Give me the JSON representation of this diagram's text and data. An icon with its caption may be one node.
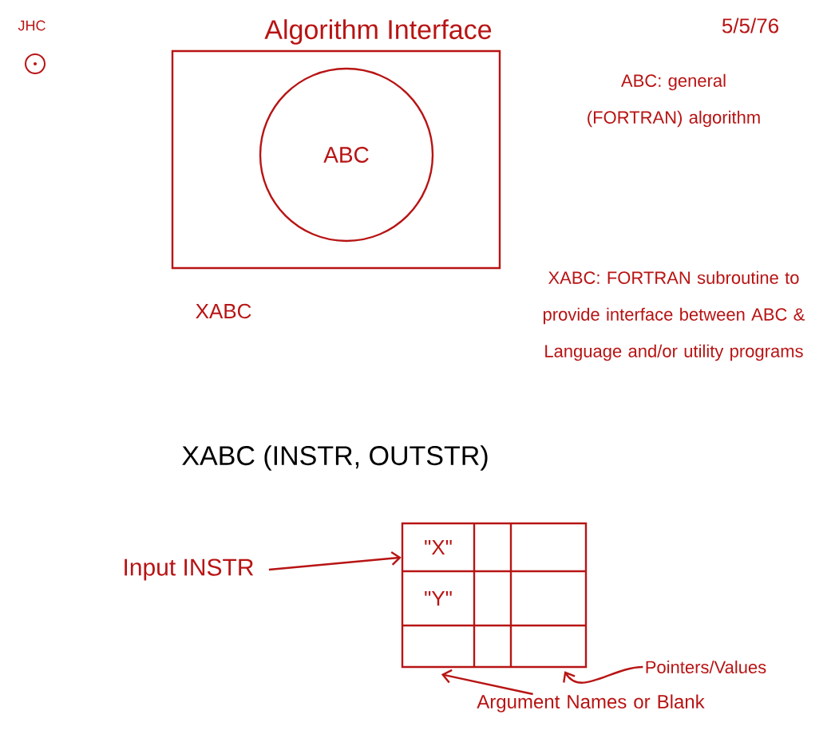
{
  "diagram": {
    "title": "Algorithm Interface",
    "nodes": [
      {
        "text": [
          "XABC"
        ]
      },
      {
        "text": [
          "ABC"
        ],
        "in": 0
      },
      {
        "text": [
          "Input INSTR"
        ]
      },
      {
        "text": [
          "\"X\"",
          "\"Y\""
        ]
      },
      {
        "text": [
          "Pointers/Values"
        ]
      },
      {
        "text": [
          "Argument Names or Blank"
        ]
      }
    ],
    "edges": [
      {
        "from": 2,
        "to": 3,
        "arrow": "to"
      },
      {
        "from": 4,
        "to": 3,
        "arrow": "to"
      },
      {
        "from": 5,
        "to": 3,
        "arrow": "to"
      }
    ],
    "labels": [
      "JHC",
      "5/5/76",
      "ABC: general (FORTRAN) algorithm",
      "XABC: FORTRAN subroutine to provide interface between ABC & Language and/or utility programs",
      "XABC (INSTR, OUTSTR)"
    ]
  }
}
